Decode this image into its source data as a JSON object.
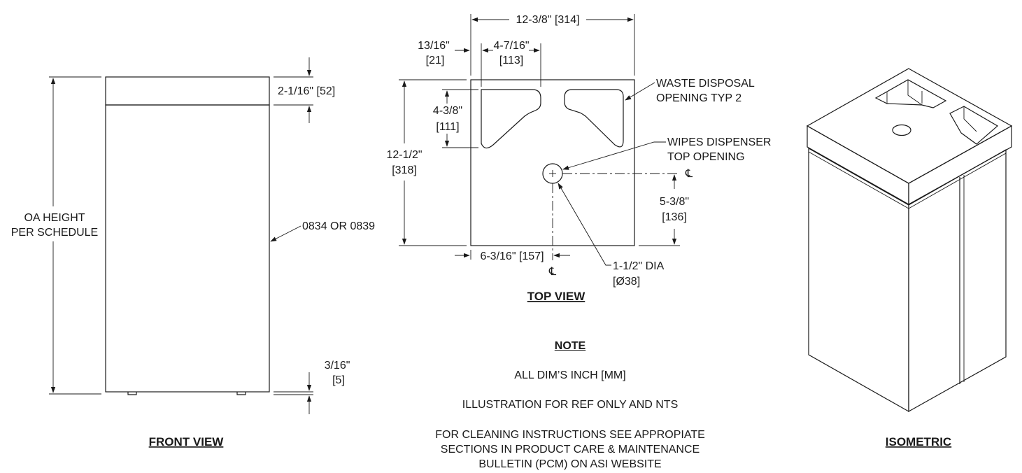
{
  "front_view": {
    "title": "FRONT VIEW",
    "height_label_1": "OA HEIGHT",
    "height_label_2": "PER SCHEDULE",
    "model_callout": "0834 OR 0839",
    "top_dim": "2-1/16\" [52]",
    "bottom_dim_1": "3/16\"",
    "bottom_dim_2": "[5]"
  },
  "top_view": {
    "title": "TOP VIEW",
    "overall_width": "12-3/8\" [314]",
    "edge_offset_1": "13/16\"",
    "edge_offset_2": "[21]",
    "opening_width_1": "4-7/16\"",
    "opening_width_2": "[113]",
    "opening_depth_1": "4-3/8\"",
    "opening_depth_2": "[111]",
    "overall_depth_1": "12-1/2\"",
    "overall_depth_2": "[318]",
    "waste_callout_1": "WASTE DISPOSAL",
    "waste_callout_2": "OPENING TYP 2",
    "wipes_callout_1": "WIPES DISPENSER",
    "wipes_callout_2": "TOP OPENING",
    "center_y_1": "5-3/8\"",
    "center_y_2": "[136]",
    "center_x": "6-3/16\" [157]",
    "hole_dia_1": "1-1/2\" DIA",
    "hole_dia_2": "[Ø38]",
    "centerline_symbol": "℄"
  },
  "isometric": {
    "title": "ISOMETRIC"
  },
  "notes": {
    "heading": "NOTE",
    "line_1": "ALL DIM’S INCH [MM]",
    "line_2": "ILLUSTRATION FOR REF ONLY AND NTS",
    "line_3a": "FOR CLEANING INSTRUCTIONS SEE APPROPIATE",
    "line_3b": "SECTIONS IN PRODUCT CARE & MAINTENANCE",
    "line_3c": "BULLETIN (PCM) ON ASI WEBSITE"
  }
}
